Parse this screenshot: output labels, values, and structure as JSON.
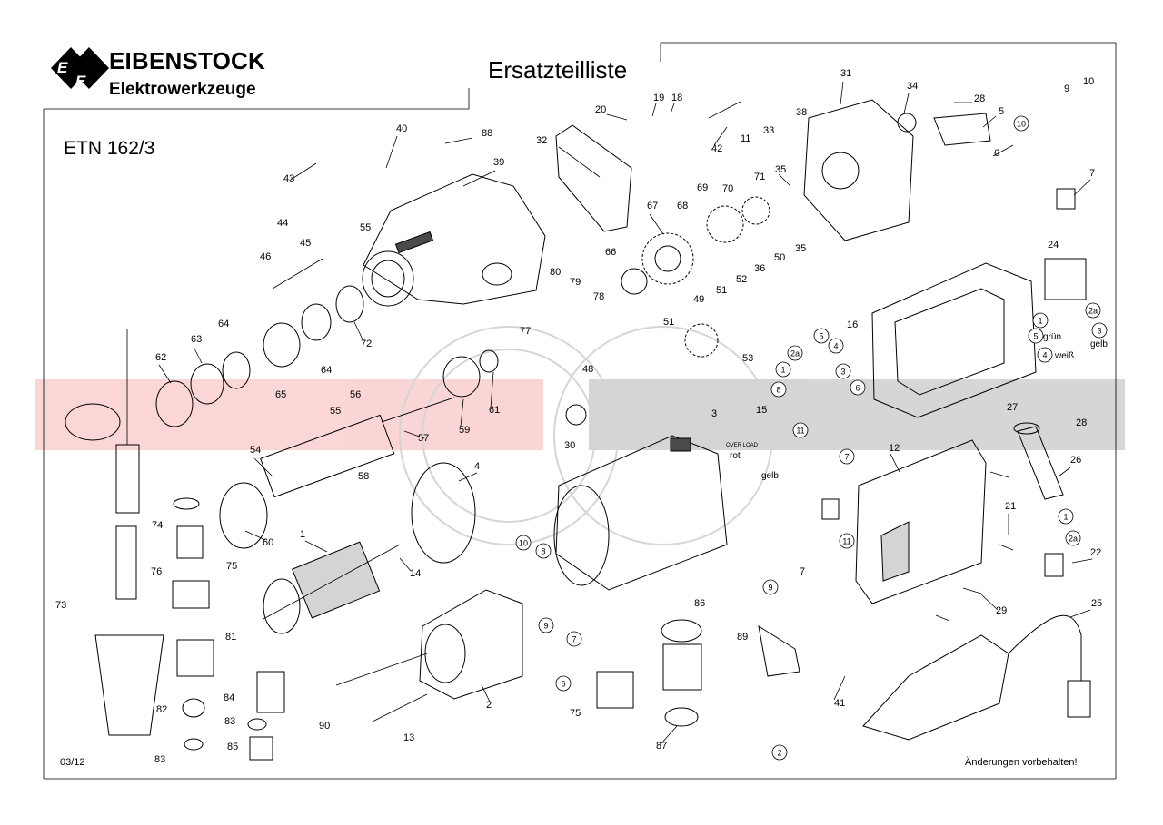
{
  "header": {
    "brand_name": "EIBENSTOCK",
    "brand_sub": "Elektrowerkzeuge",
    "doc_title": "Ersatzteilliste",
    "model": "ETN 162/3"
  },
  "footer": {
    "date": "03/12",
    "notice": "Änderungen vorbehalten!"
  },
  "wiring_labels": {
    "gruen": "grün",
    "weiss": "weiß",
    "gelb": "gelb",
    "rot": "rot",
    "overload": "OVER LOAD",
    "gelb2": "gelb"
  },
  "part_numbers": [
    "1",
    "2",
    "3",
    "4",
    "5",
    "6",
    "7",
    "8",
    "9",
    "10",
    "11",
    "12",
    "13",
    "14",
    "15",
    "16",
    "18",
    "19",
    "20",
    "21",
    "22",
    "24",
    "25",
    "26",
    "27",
    "28",
    "29",
    "30",
    "31",
    "32",
    "33",
    "34",
    "35",
    "36",
    "38",
    "39",
    "40",
    "41",
    "42",
    "43",
    "44",
    "45",
    "46",
    "48",
    "49",
    "50",
    "51",
    "52",
    "53",
    "54",
    "55",
    "56",
    "57",
    "58",
    "59",
    "60",
    "61",
    "62",
    "63",
    "64",
    "65",
    "66",
    "67",
    "68",
    "69",
    "70",
    "71",
    "72",
    "73",
    "74",
    "75",
    "76",
    "77",
    "78",
    "79",
    "80",
    "81",
    "82",
    "83",
    "84",
    "85",
    "86",
    "87",
    "88",
    "89",
    "90"
  ],
  "wire_codes": [
    "1",
    "2a",
    "2",
    "3",
    "4",
    "5",
    "6",
    "7",
    "8",
    "9",
    "10",
    "11"
  ],
  "icons": {
    "logo": "eibenstock-ee-logo",
    "watermark": "dealer-watermark"
  }
}
